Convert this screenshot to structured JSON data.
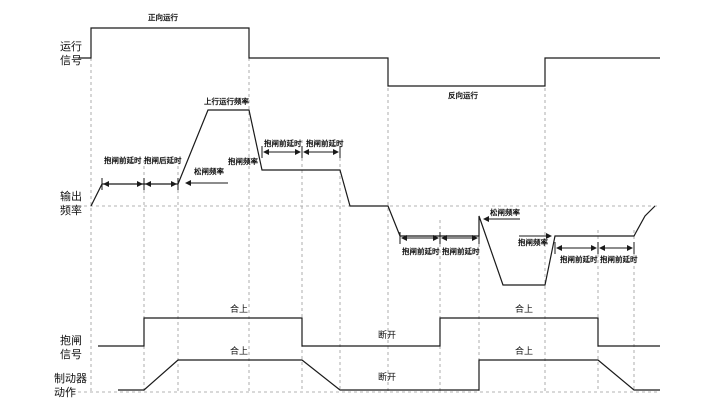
{
  "signals": {
    "run": {
      "line1": "运行",
      "line2": "信号"
    },
    "output_freq": {
      "line1": "输出",
      "line2": "频率"
    },
    "brake_signal": {
      "line1": "抱闸",
      "line2": "信号"
    },
    "brake_action": {
      "line1": "制动器",
      "line2": "动作"
    }
  },
  "annotations": {
    "forward_run": "正向运行",
    "reverse_run": "反向运行",
    "upper_run_freq": "上行运行频率",
    "release_freq": "松闸频率",
    "brake_freq": "抱闸频率",
    "pre_brake_delay": "抱闸前延时",
    "post_brake_delay": "抱闸后延时"
  },
  "states": {
    "closed": "合上",
    "open": "断开"
  }
}
